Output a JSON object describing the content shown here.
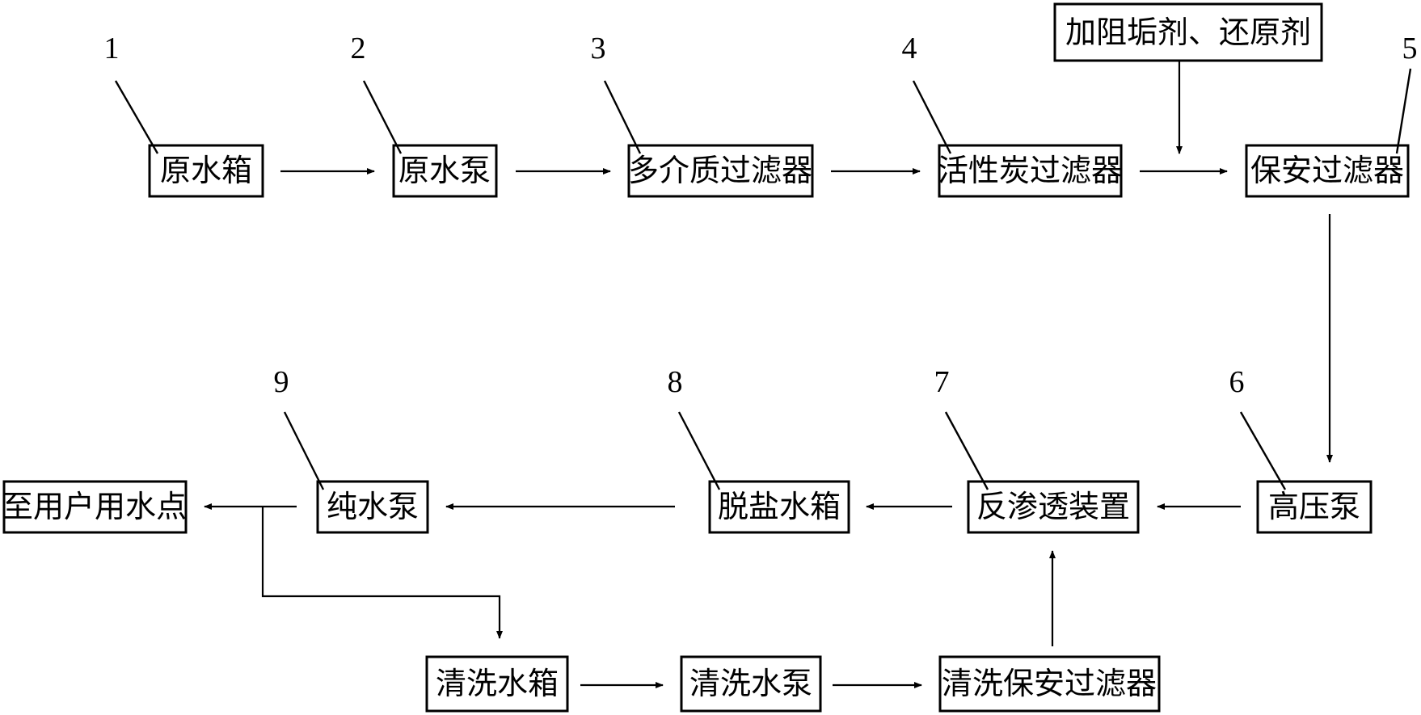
{
  "nodes": {
    "raw_water_tank": "原水箱",
    "raw_water_pump": "原水泵",
    "multimedia_filter": "多介质过滤器",
    "activated_carbon_filter": "活性炭过滤器",
    "antiscalant_reductant": "加阻垢剂、还原剂",
    "security_filter": "保安过滤器",
    "high_pressure_pump": "高压泵",
    "ro_unit": "反渗透装置",
    "desalted_water_tank": "脱盐水箱",
    "pure_water_pump": "纯水泵",
    "user_water_point": "至用户用水点",
    "cleaning_water_tank": "清洗水箱",
    "cleaning_water_pump": "清洗水泵",
    "cleaning_security_filter": "清洗保安过滤器"
  },
  "numbers": {
    "n1": "1",
    "n2": "2",
    "n3": "3",
    "n4": "4",
    "n5": "5",
    "n6": "6",
    "n7": "7",
    "n8": "8",
    "n9": "9"
  }
}
